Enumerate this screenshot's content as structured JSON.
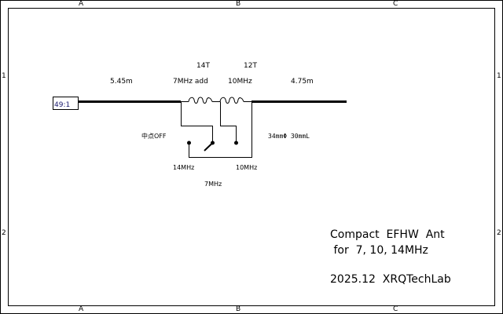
{
  "frame": {
    "columns": [
      "A",
      "B",
      "C"
    ],
    "rows": [
      "1",
      "2"
    ]
  },
  "circuit": {
    "transformer_label": "49:1",
    "wire_left_length": "5.45m",
    "wire_right_length": "4.75m",
    "coil1_turns": "14T",
    "coil1_label": "7MHz add",
    "coil2_turns": "12T",
    "coil2_label": "10MHz",
    "switch_center_label": "中点OFF",
    "coil_spec": "34mmΦ  30mmL",
    "switch_pos_left": "14MHz",
    "switch_pos_right": "10MHz",
    "switch_pos_bottom": "7MHz"
  },
  "title_block": {
    "line1": "Compact  EFHW  Ant",
    "line2": " for  7, 10, 14MHz",
    "line3": "2025.12  XRQTechLab"
  }
}
